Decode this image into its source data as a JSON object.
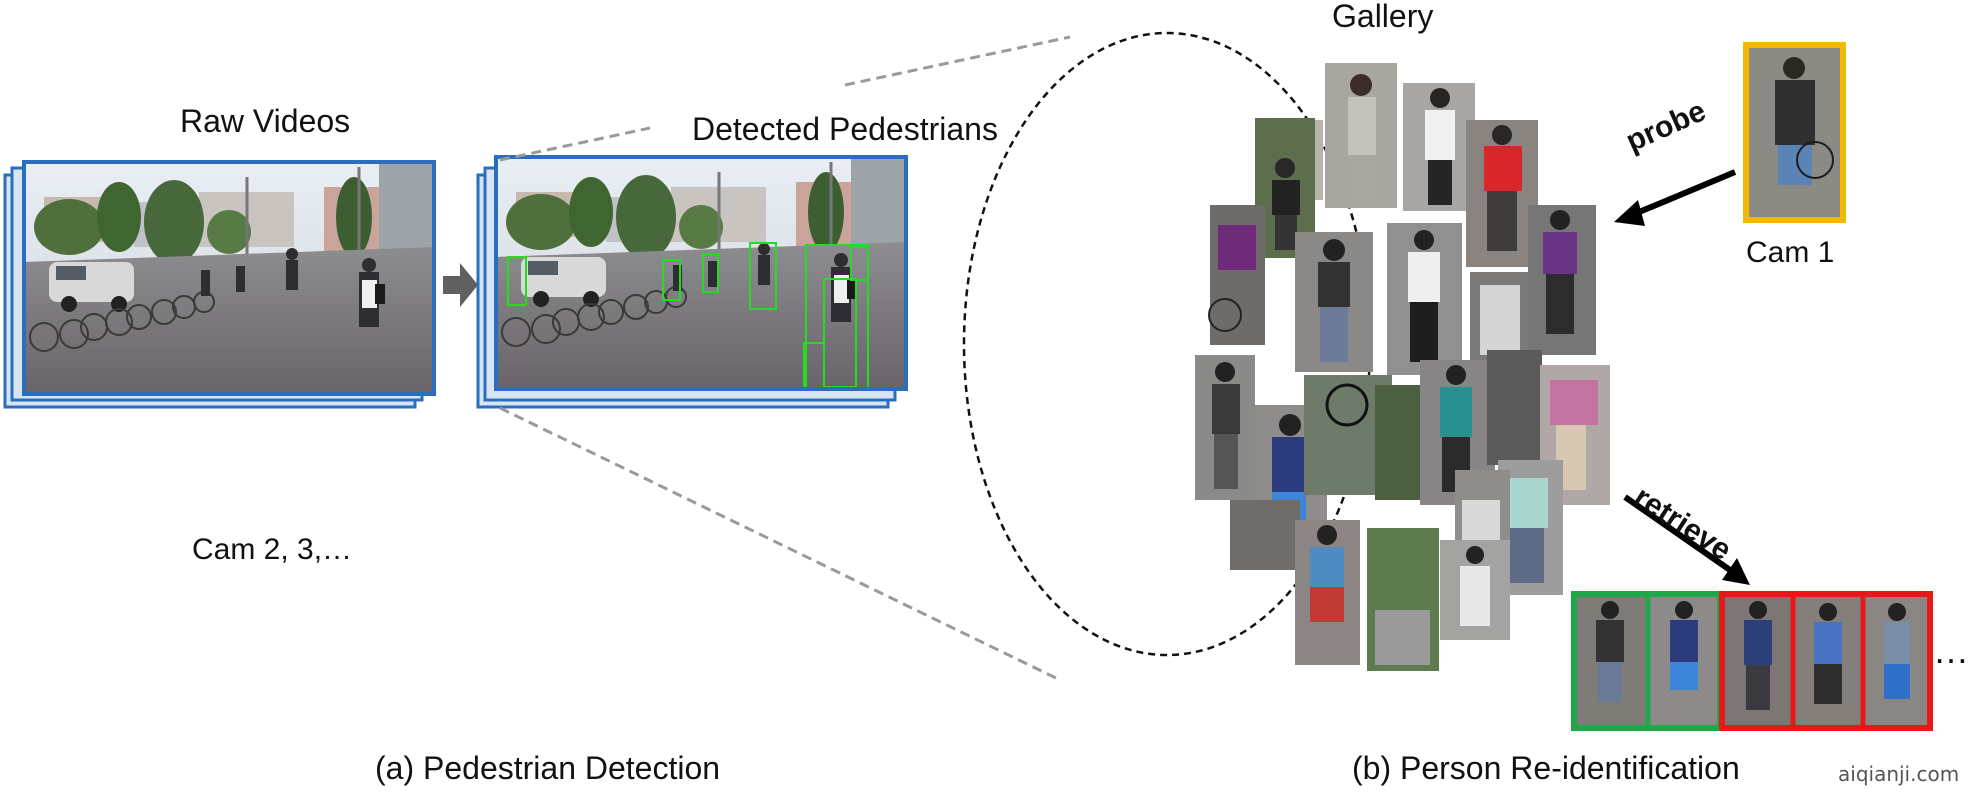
{
  "labels": {
    "raw_videos": "Raw Videos",
    "detected_pedestrians": "Detected Pedestrians",
    "cams_other": "Cam 2, 3,…",
    "gallery": "Gallery",
    "cam1": "Cam 1",
    "probe": "probe",
    "retrieve": "retrieve",
    "ellipsis": "…",
    "caption_a": "(a) Pedestrian Detection",
    "caption_b": "(b) Person Re-identification",
    "watermark": "aiqianji.com"
  },
  "colors": {
    "frame_border": "#2a6fbf",
    "detection_box": "#22dd22",
    "probe_border": "#f5b800",
    "match_correct": "#1fa84a",
    "match_wrong": "#e81818",
    "arrow_gray": "#606060",
    "arrow_black": "#000000"
  },
  "icons": {
    "process_arrow": "right-arrow-icon",
    "probe_arrow": "arrow-down-left-icon",
    "retrieve_arrow": "arrow-down-right-icon"
  },
  "retrieval_results": [
    {
      "rank": 1,
      "match": "correct"
    },
    {
      "rank": 2,
      "match": "correct"
    },
    {
      "rank": 3,
      "match": "wrong"
    },
    {
      "rank": 4,
      "match": "wrong"
    },
    {
      "rank": 5,
      "match": "wrong"
    }
  ]
}
